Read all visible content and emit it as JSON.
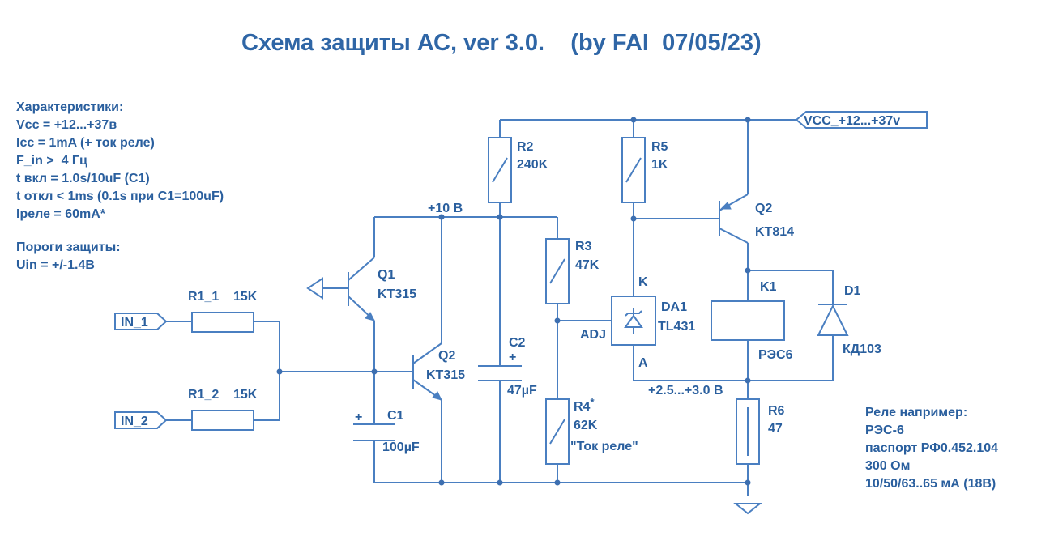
{
  "title": "Схема защиты АС, ver 3.0.    (by FAI  07/05/23)",
  "specs": {
    "heading": "Характеристики:",
    "lines": [
      "Vcc = +12...+37в",
      "Icc = 1mA (+ ток реле)",
      "F_in >  4 Гц",
      "t вкл = 1.0s/10uF (C1)",
      "t откл < 1ms (0.1s при C1=100uF)",
      "Iреле = 60mA*"
    ]
  },
  "thresholds": {
    "heading": "Пороги защиты:",
    "line": "Uin = +/-1.4B"
  },
  "ports": {
    "vcc": "VCC_+12...+37v",
    "in1": "IN_1",
    "in2": "IN_2"
  },
  "nodes": {
    "v10": "+10 B",
    "v25": "+2.5...+3.0 B"
  },
  "components": {
    "r1_1": {
      "name": "R1_1",
      "value": "15K"
    },
    "r1_2": {
      "name": "R1_2",
      "value": "15K"
    },
    "r2": {
      "name": "R2",
      "value": "240K"
    },
    "r3": {
      "name": "R3",
      "value": "47K"
    },
    "r4": {
      "name": "R4",
      "mark": "*",
      "value": "62K",
      "note": "\"Ток реле\""
    },
    "r5": {
      "name": "R5",
      "value": "1K"
    },
    "r6": {
      "name": "R6",
      "value": "47"
    },
    "c1": {
      "name": "C1",
      "value": "100µF",
      "plus": "+"
    },
    "c2": {
      "name": "C2",
      "value": "47µF",
      "plus": "+"
    },
    "q1": {
      "name": "Q1",
      "type": "KT315"
    },
    "q2a": {
      "name": "Q2",
      "type": "KT315"
    },
    "q2b": {
      "name": "Q2",
      "type": "KT814"
    },
    "da1": {
      "name": "DA1",
      "type": "TL431",
      "k": "K",
      "a": "A",
      "adj": "ADJ"
    },
    "k1": {
      "name": "K1",
      "type": "РЭС6"
    },
    "d1": {
      "name": "D1",
      "type": "КД103"
    }
  },
  "relay_note": {
    "lines": [
      "Реле например:",
      "РЭС-6",
      "паспорт РФ0.452.104",
      "300 Ом",
      "10/50/63..65 мА (18B)"
    ]
  }
}
